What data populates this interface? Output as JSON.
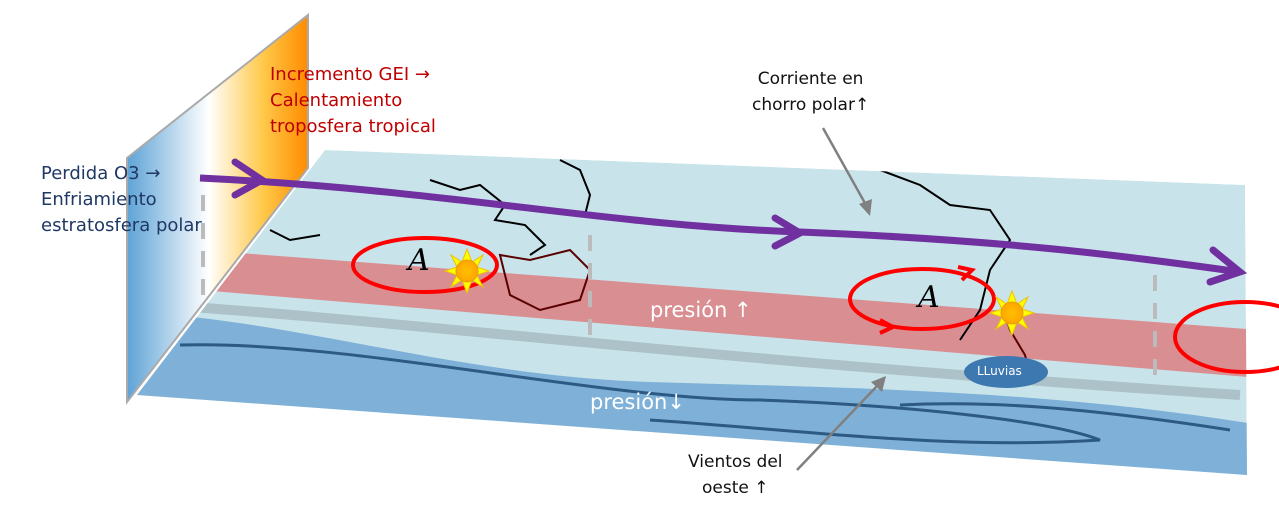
{
  "labels": {
    "ghg": [
      "Incremento GEI →",
      "Calentamiento",
      "troposfera tropical"
    ],
    "ozone": [
      "Perdida O3 →",
      "Enfriamiento",
      "estratosfera polar"
    ],
    "jet": [
      "Corriente en",
      "chorro polar↑"
    ],
    "westerlies": [
      "Vientos del",
      "oeste ↑"
    ],
    "pressure_high": "presión ↑",
    "pressure_low": "presión↓",
    "rain": "LLuvias",
    "anticyclone": "A"
  },
  "colors": {
    "map": "#c8e4ea",
    "subtropical_band": "#d98e92",
    "polar_band": "#7fb1d8",
    "jet_arrow": "#7030a0",
    "anticyclone": "#ff0000",
    "ghg_text": "#c00000",
    "ozone_text": "#1f3864"
  }
}
